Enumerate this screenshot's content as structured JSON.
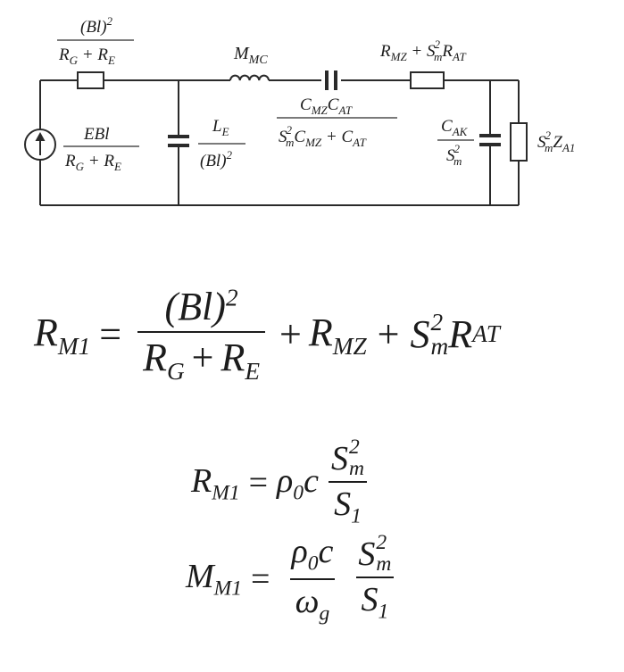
{
  "circuit": {
    "series_resistor": {
      "num": "(Bl)",
      "num_exp": "2",
      "den": "R",
      "den_sub1": "G",
      "plus": " + R",
      "den_sub2": "E"
    },
    "source": {
      "num": "EBl",
      "den": "R",
      "den_sub1": "G",
      "plus": " + R",
      "den_sub2": "E"
    },
    "shunt_capacitor": {
      "num": "L",
      "num_sub": "E",
      "den": "(Bl)",
      "den_exp": "2"
    },
    "inductor": {
      "text": "M",
      "sub": "MC"
    },
    "series_capacitor": {
      "num_a": "C",
      "num_a_sub": "MZ",
      "num_b": "C",
      "num_b_sub": "AT",
      "den_a": "S",
      "den_a_sup": "2",
      "den_a_sub": "m",
      "den_b": "C",
      "den_b_sub": "MZ",
      "den_plus": " + C",
      "den_c_sub": "AT"
    },
    "series_resistor2": {
      "a": "R",
      "a_sub": "MZ",
      "plus": " + S",
      "sup": "2",
      "sub_m": "m",
      "b": "R",
      "b_sub": "AT"
    },
    "cavity_capacitor": {
      "num": "C",
      "num_sub": "AK",
      "den": "S",
      "den_sup": "2",
      "den_sub": "m"
    },
    "load": {
      "a": "S",
      "sup": "2",
      "sub_m": "m",
      "b": "Z",
      "b_sub": "A1"
    }
  },
  "equations": {
    "eq1": {
      "lhs": "R",
      "lhs_sub": "M1",
      "eq": "=",
      "num": "(Bl)",
      "num_exp": "2",
      "den_a": "R",
      "den_a_sub": "G",
      "den_plus": "+",
      "den_b": "R",
      "den_b_sub": "E",
      "plus1": "+",
      "t2": "R",
      "t2_sub": "MZ",
      "plus2": "+",
      "t3": "S",
      "t3_sup": "2",
      "t3_sub": "m",
      "t4": "R",
      "t4_sub": "AT"
    },
    "eq2": {
      "lhs": "R",
      "lhs_sub": "M1",
      "eq": "=",
      "rho": "ρ",
      "rho_sub": "0",
      "c": "c",
      "num": "S",
      "num_sup": "2",
      "num_sub": "m",
      "den": "S",
      "den_sub": "1"
    },
    "eq3": {
      "lhs": "M",
      "lhs_sub": "M1",
      "eq": "=",
      "num_rho": "ρ",
      "num_rho_sub": "0",
      "num_c": "c",
      "den": "ω",
      "den_sub": "g",
      "num2": "S",
      "num2_sup": "2",
      "num2_sub": "m",
      "den2": "S",
      "den2_sub": "1"
    }
  }
}
